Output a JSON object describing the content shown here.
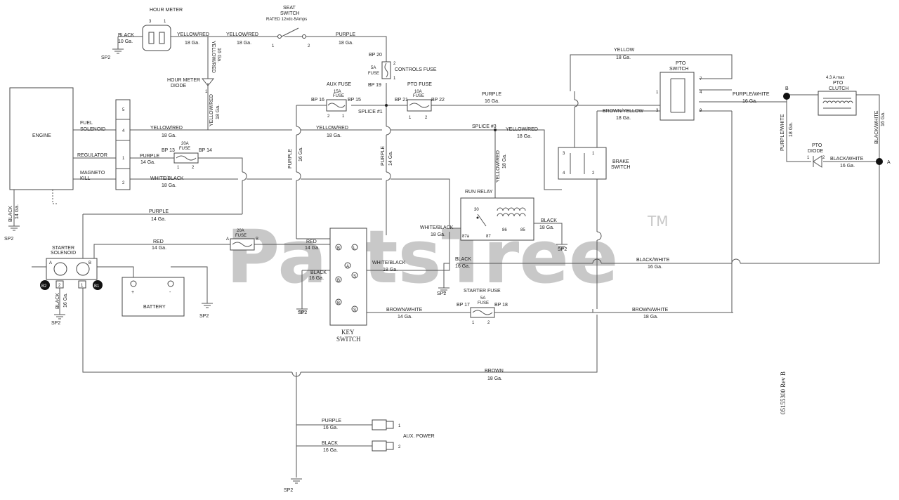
{
  "watermark": {
    "text": "PartsTree",
    "tm": "TM"
  },
  "drawing_number": "05155300 Rev B",
  "components": {
    "engine": "ENGINE",
    "engine_pins": [
      "FUEL",
      "SOLENOID",
      "REGULATOR",
      "MAGNETO",
      "KILL"
    ],
    "engine_term_nums": [
      "5",
      "4",
      "1",
      "2"
    ],
    "hour_meter": "HOUR METER",
    "hour_meter_pins": [
      "3",
      "1"
    ],
    "hour_meter_diode": [
      "HOUR METER",
      "DIODE"
    ],
    "seat_switch": [
      "SEAT",
      "SWITCH",
      "RATED 12vdc-5Amps"
    ],
    "seat_switch_pins": [
      "1",
      "2"
    ],
    "controls_fuse": [
      "5A",
      "FUSE",
      "CONTROLS FUSE"
    ],
    "aux_fuse": [
      "AUX FUSE",
      "15A",
      "FUSE"
    ],
    "pto_fuse": [
      "PTO FUSE",
      "10A",
      "FUSE"
    ],
    "fuse_20a_top": [
      "20A",
      "FUSE"
    ],
    "fuse_20a_mid": [
      "20A",
      "FUSE"
    ],
    "starter_fuse": [
      "STARTER FUSE",
      "5A",
      "FUSE"
    ],
    "fuse_pins": [
      "1",
      "2"
    ],
    "fuse_ab": [
      "A",
      "B"
    ],
    "splice_1": "SPLICE #1",
    "splice_3": "SPLICE #3",
    "starter_solenoid": [
      "STARTER",
      "SOLENOID"
    ],
    "solenoid_terms": [
      "A",
      "B",
      "B2",
      "2",
      "1",
      "B1"
    ],
    "battery": "BATTERY",
    "battery_terms": [
      "+",
      "-"
    ],
    "key_switch": [
      "KEY",
      "SWITCH"
    ],
    "key_terms": [
      "B",
      "L",
      "A",
      "B",
      "S",
      "B",
      "S"
    ],
    "run_relay": "RUN RELAY",
    "relay_pins": [
      "30",
      "87a",
      "87",
      "86",
      "85"
    ],
    "pto_switch": [
      "PTO",
      "SWITCH"
    ],
    "pto_switch_pins": [
      "7",
      "1",
      "4",
      "3",
      "9"
    ],
    "pto_clutch": [
      "4.3 A max",
      "PTO",
      "CLUTCH"
    ],
    "pto_diode": [
      "PTO",
      "DIODE"
    ],
    "pto_diode_pins": [
      "1",
      "2"
    ],
    "brake_switch": [
      "BRAKE",
      "SWITCH"
    ],
    "brake_pins": [
      "3",
      "1",
      "4",
      "2"
    ],
    "aux_power": "AUX. POWER",
    "aux_power_pins": [
      "1",
      "2"
    ],
    "ground": "SP2",
    "node_a": "A",
    "node_b": "B"
  },
  "bp_labels": [
    "BP 20",
    "BP 19",
    "BP 16",
    "BP 15",
    "BP 21",
    "BP 22",
    "BP 13",
    "BP 14",
    "BP 17",
    "BP 18"
  ],
  "wires": {
    "gauge_10": "10 Ga.",
    "gauge_14": "14 Ga.",
    "gauge_16": "16 Ga.",
    "gauge_18": "18 Ga.",
    "black": "BLACK",
    "yellow_red": "YELLOW/RED",
    "purple": "PURPLE",
    "yellow": "YELLOW",
    "purple_white": "PURPLE/WHITE",
    "brown_yellow": "BROWN/YELLOW",
    "white_black": "WHITE/BLACK",
    "red": "RED",
    "black_white": "BLACK/WHITE",
    "brown_white": "BROWN/WHITE",
    "brown": "BROWN"
  }
}
